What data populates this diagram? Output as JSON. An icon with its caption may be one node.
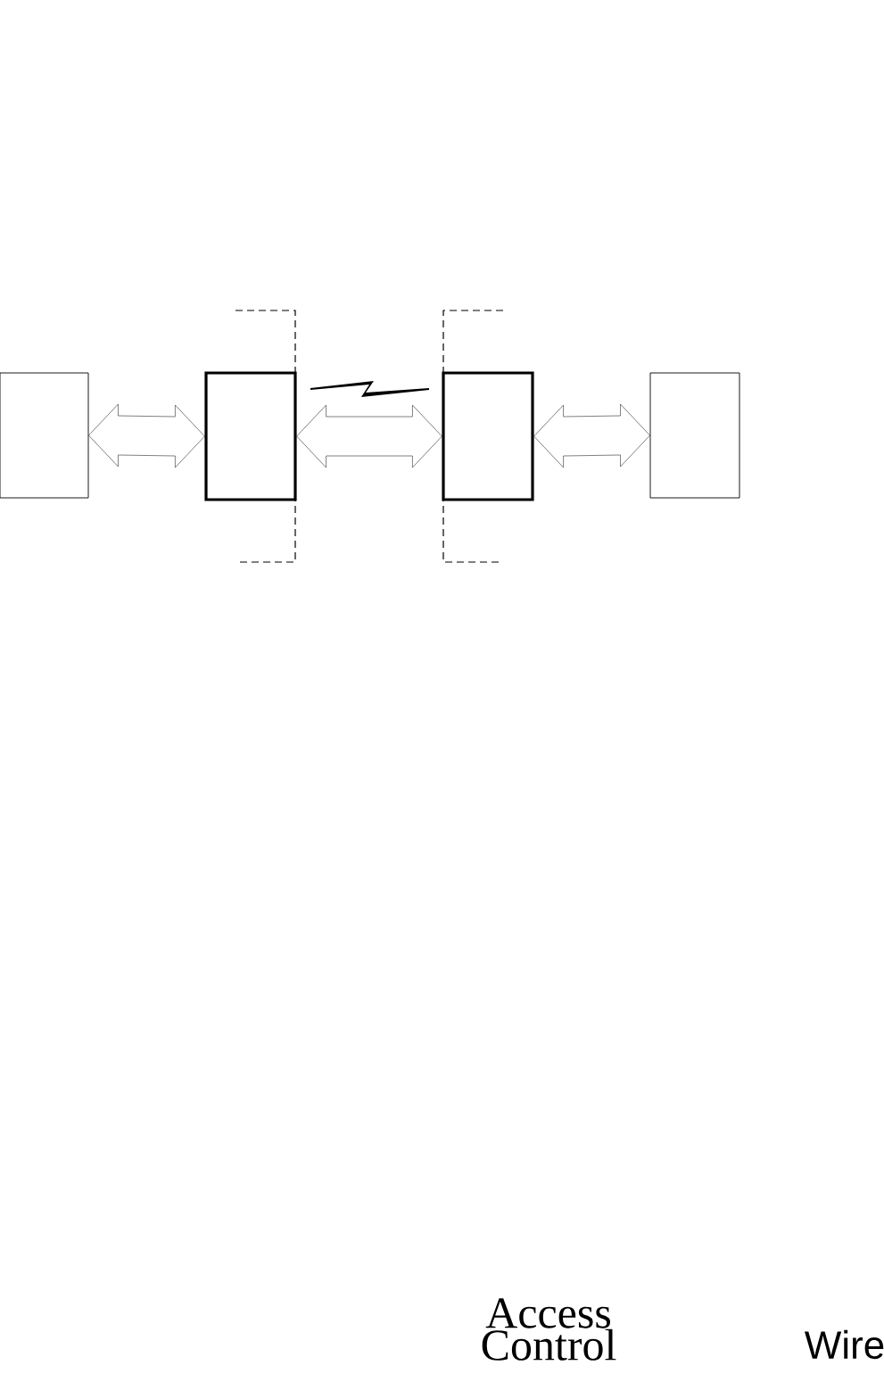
{
  "diagram": {
    "nodes": [
      {
        "text": [],
        "shape": "box"
      },
      {
        "text": [],
        "shape": "box"
      },
      {
        "text": [],
        "shape": "box"
      },
      {
        "text": [],
        "shape": "box"
      }
    ],
    "edges": [
      {
        "from": 0,
        "to": 1,
        "arrow": "both"
      },
      {
        "from": 1,
        "to": 2,
        "arrow": "both"
      },
      {
        "from": 2,
        "to": 3,
        "arrow": "both"
      }
    ],
    "labels": [
      "Access Control",
      "Wire"
    ]
  }
}
